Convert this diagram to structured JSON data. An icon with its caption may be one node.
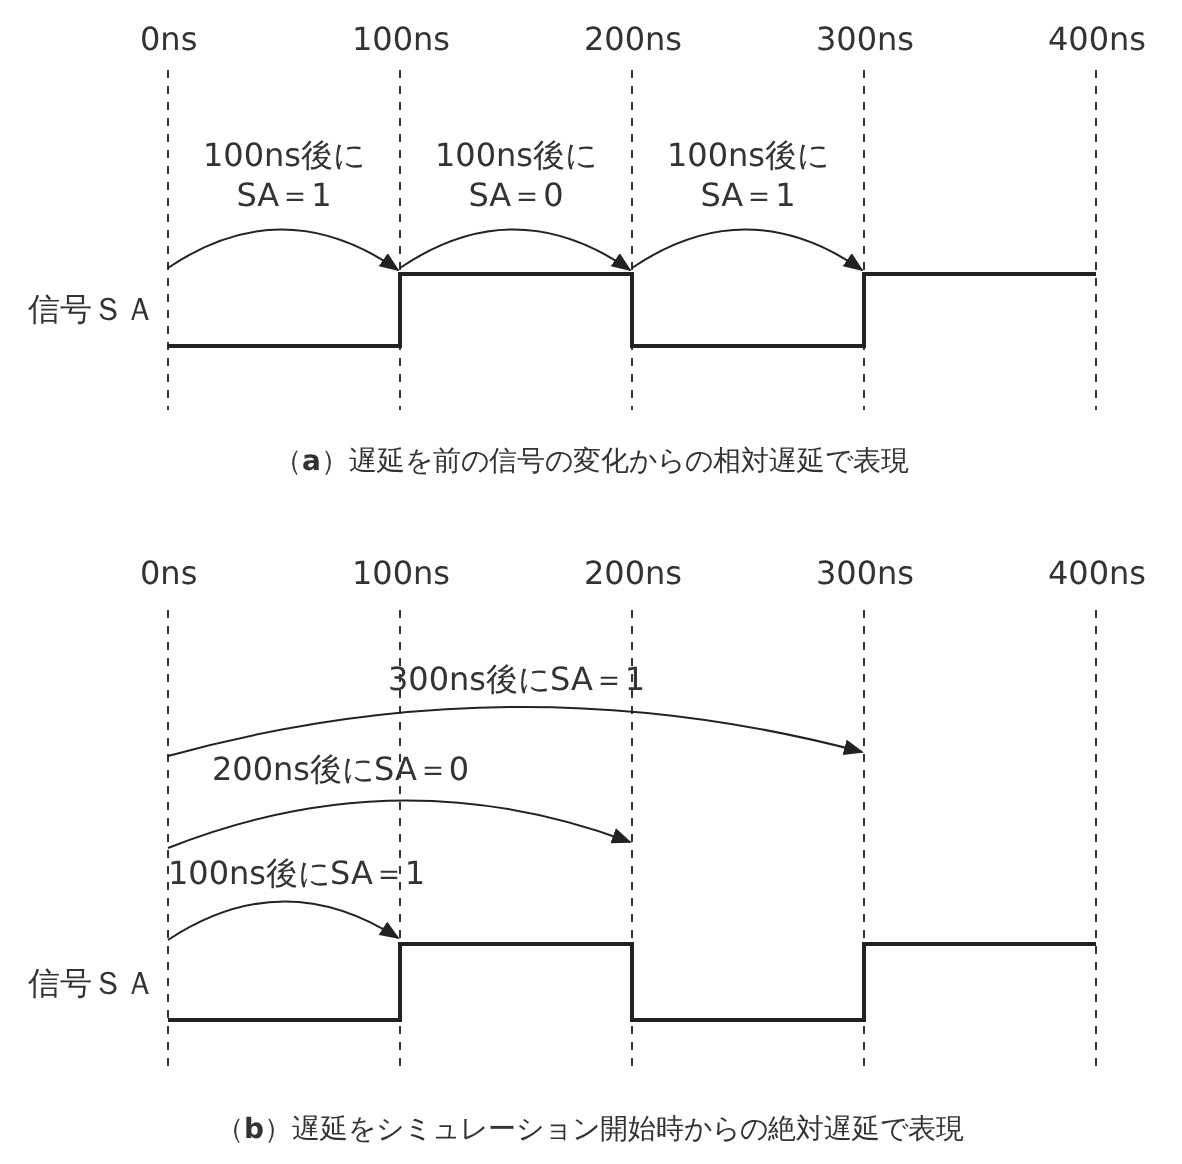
{
  "diagram": {
    "labels": [
      "0ns",
      "100ns",
      "200ns",
      "300ns",
      "400ns",
      "100ns後にSA＝1",
      "100ns後にSA＝0",
      "100ns後にSA＝1",
      "信号ＳＡ",
      "（**a**）遅延を前の信号の変化からの相対遅延で表現",
      "0ns",
      "100ns",
      "200ns",
      "300ns",
      "400ns",
      "300ns後にSA＝1",
      "200ns後にSA＝0",
      "100ns後にSA＝1",
      "信号ＳＡ",
      "（**b**）遅延をシミュレーション開始時からの絶対遅延で表現"
    ]
  }
}
